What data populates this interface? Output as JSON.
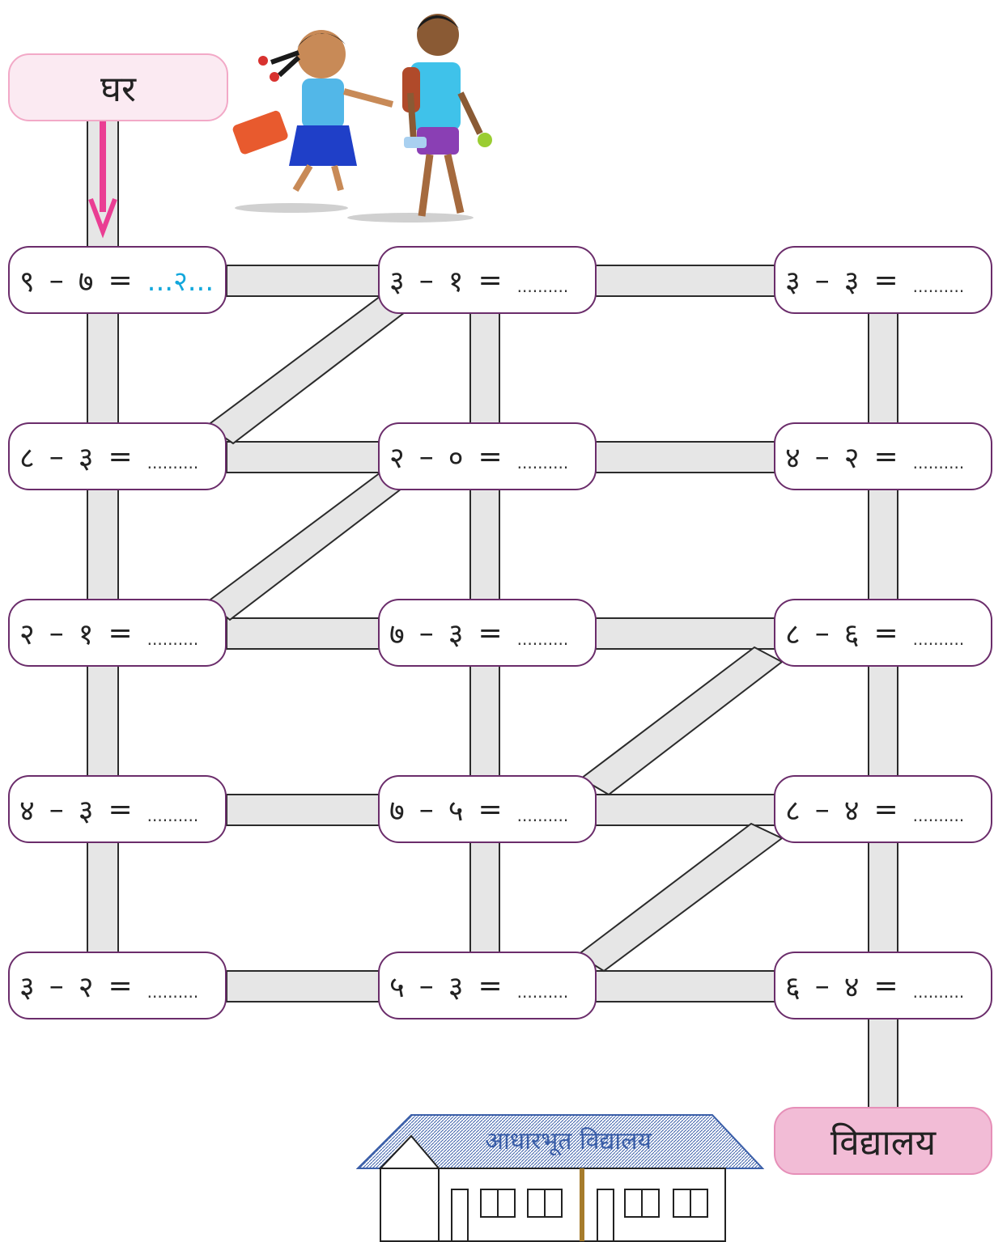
{
  "home_label": "घर",
  "school_label": "विद्यालय",
  "school_sign": "आधारभूत विद्यालय",
  "blank": "..........",
  "problems": [
    {
      "a": "९",
      "op": "–",
      "b": "७",
      "eq": "=",
      "answer": "...२..."
    },
    {
      "a": "३",
      "op": "–",
      "b": "१",
      "eq": "="
    },
    {
      "a": "३",
      "op": "–",
      "b": "३",
      "eq": "="
    },
    {
      "a": "८",
      "op": "–",
      "b": "३",
      "eq": "="
    },
    {
      "a": "२",
      "op": "–",
      "b": "०",
      "eq": "="
    },
    {
      "a": "४",
      "op": "–",
      "b": "२",
      "eq": "="
    },
    {
      "a": "२",
      "op": "–",
      "b": "१",
      "eq": "="
    },
    {
      "a": "७",
      "op": "–",
      "b": "३",
      "eq": "="
    },
    {
      "a": "८",
      "op": "–",
      "b": "६",
      "eq": "="
    },
    {
      "a": "४",
      "op": "–",
      "b": "३",
      "eq": "="
    },
    {
      "a": "७",
      "op": "–",
      "b": "५",
      "eq": "="
    },
    {
      "a": "८",
      "op": "–",
      "b": "४",
      "eq": "="
    },
    {
      "a": "३",
      "op": "–",
      "b": "२",
      "eq": "="
    },
    {
      "a": "५",
      "op": "–",
      "b": "३",
      "eq": "="
    },
    {
      "a": "६",
      "op": "–",
      "b": "४",
      "eq": "="
    }
  ],
  "colors": {
    "path": "#e6e6e6",
    "box_border": "#6b2d6b",
    "arrow": "#ea3e93",
    "answer": "#12a7dc"
  }
}
